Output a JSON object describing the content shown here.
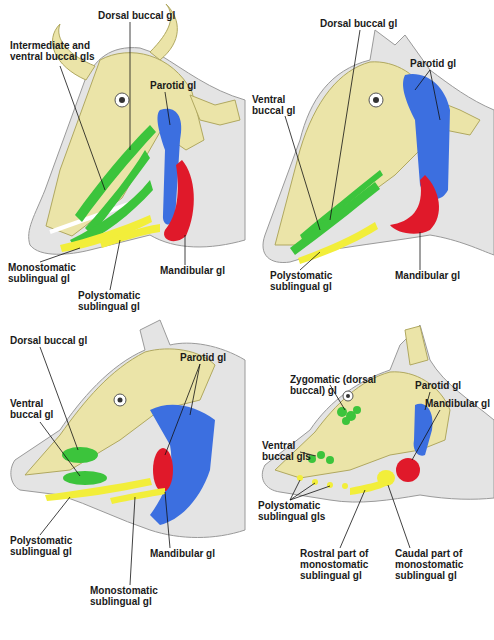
{
  "diagram": {
    "labels": [
      "Dorsal buccal gl",
      "Intermediate and ventral buccal gls",
      "Parotid gl",
      "Monostomatic sublingual gl",
      "Polystomatic sublingual gl",
      "Mandibular gl",
      "Dorsal buccal gl",
      "Parotid gl",
      "Ventral buccal gl",
      "Polystomatic sublingual gl",
      "Mandibular gl",
      "Dorsal buccal gl",
      "Parotid gl",
      "Ventral buccal gl",
      "Polystomatic sublingual gl",
      "Mandibular gl",
      "Monostomatic sublingual gl",
      "Zygomatic (dorsal buccal) gl",
      "Parotid gl",
      "Mandibular gl",
      "Ventral buccal gls",
      "Polystomatic sublingual gls",
      "Rostral part of monostomatic sublingual gl",
      "Caudal part of monostomatic sublingual gl"
    ]
  }
}
